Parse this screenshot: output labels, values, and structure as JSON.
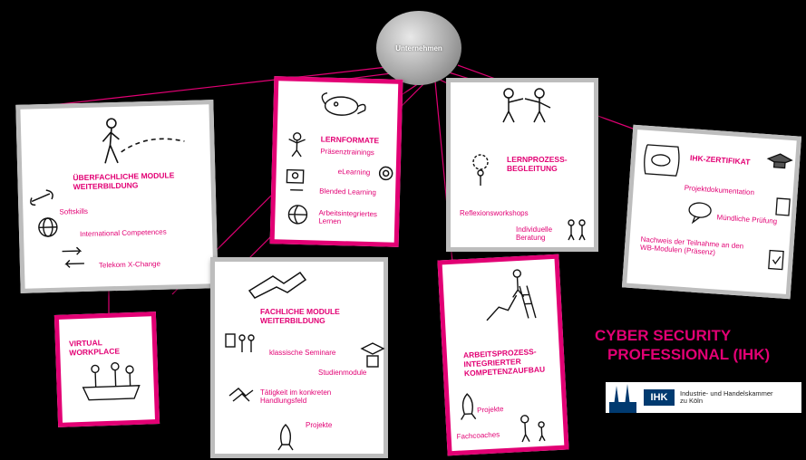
{
  "hub": {
    "label": "Unternehmen"
  },
  "cards": {
    "ueberfachlich": {
      "title": "ÜBERFACHLICHE MODULE\nWEITERBILDUNG",
      "items": [
        "Softskills",
        "International Competences",
        "Telekom X-Change"
      ]
    },
    "lernformate": {
      "title": "LERNFORMATE",
      "items": [
        "Präsenztrainings",
        "eLearning",
        "Blended Learning",
        "Arbeitsintegriertes\nLernen"
      ]
    },
    "lernprozess": {
      "title": "LERNPROZESS-\nBEGLEITUNG",
      "items": [
        "Reflexionsworkshops",
        "Individuelle\nBeratung"
      ]
    },
    "ihk_zertifikat": {
      "title": "IHK-ZERTIFIKAT",
      "items": [
        "Projektdokumentation",
        "Mündliche Prüfung",
        "Nachweis der Teilnahme an den\nWB-Modulen (Präsenz)"
      ]
    },
    "virtual": {
      "title": "VIRTUAL WORKPLACE"
    },
    "fachlich": {
      "title": "FACHLICHE MODULE\nWEITERBILDUNG",
      "items": [
        "klassische Seminare",
        "Studienmodule",
        "Tätigkeit im konkreten\nHandlungsfeld",
        "Projekte"
      ]
    },
    "arbeitsprozess": {
      "title": "ARBEITSPROZESS-\nINTEGRIERTER\nKOMPETENZAUFBAU",
      "items": [
        "Projekte",
        "Fachcoaches"
      ]
    }
  },
  "headline": {
    "line1": "CYBER SECURITY",
    "line2": "PROFESSIONAL (IHK)"
  },
  "ihk_logo": {
    "mark": "IHK",
    "text": "Industrie- und Handelskammer\nzu Köln"
  },
  "colors": {
    "magenta": "#e20074",
    "background": "#000000",
    "grey_frame": "#bdbdbd"
  }
}
